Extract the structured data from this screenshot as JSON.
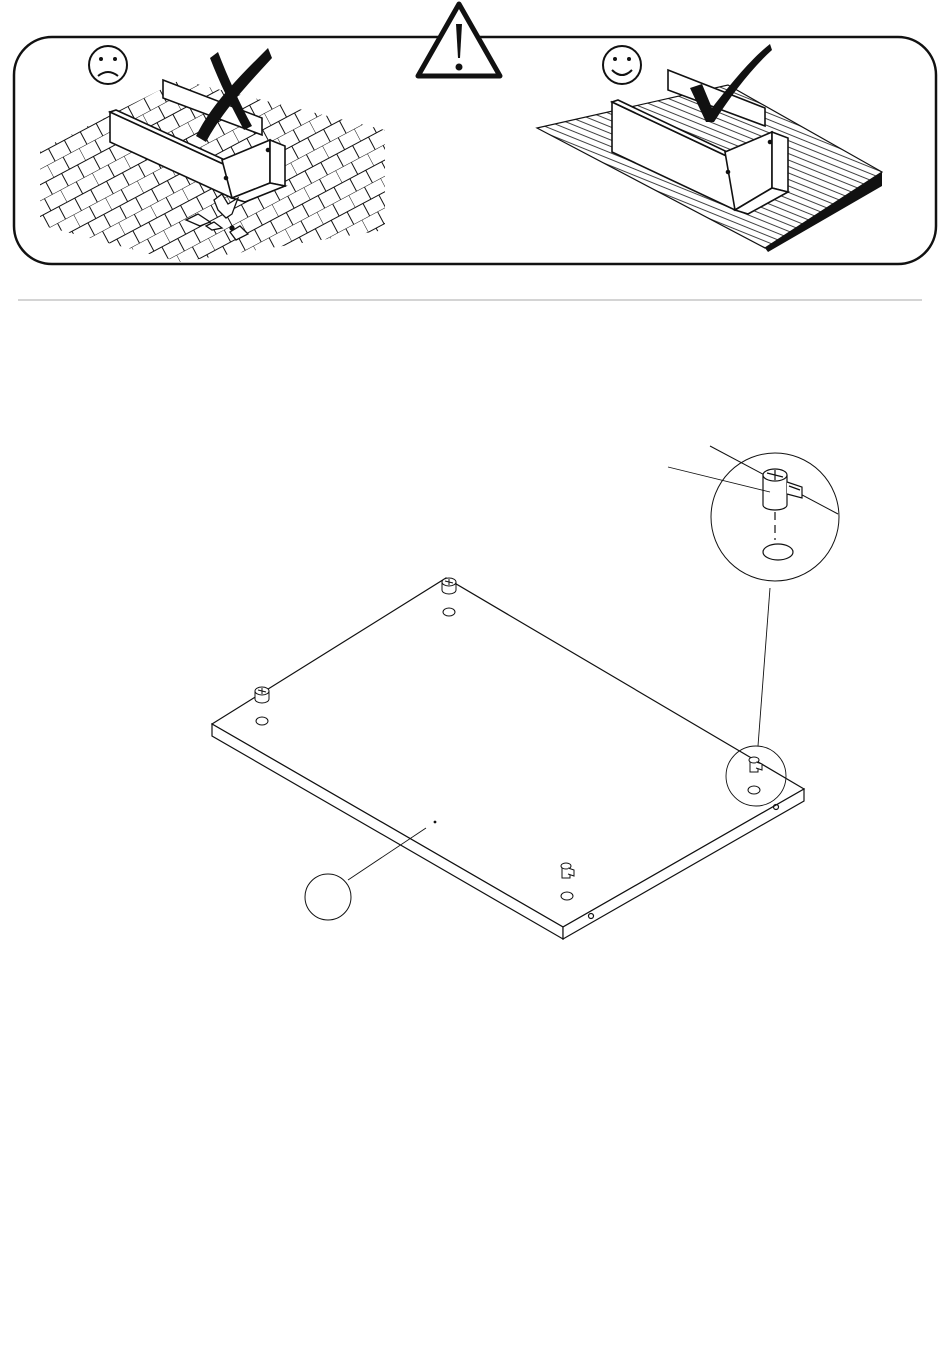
{
  "warning_panel": {
    "bad_example": {
      "face": "sad-face",
      "mark": "cross-mark",
      "surface": "hard-brick-floor"
    },
    "good_example": {
      "face": "happy-face",
      "mark": "check-mark",
      "surface": "soft-rug"
    },
    "warning_icon": "exclamation-triangle-icon"
  },
  "assembly_step": {
    "part_label": "",
    "detail_label": "",
    "fitting": "cam-lock-nut",
    "fitting_count": 4
  },
  "colors": {
    "ink": "#111111",
    "divider": "#bbbbbb",
    "background": "#ffffff"
  }
}
